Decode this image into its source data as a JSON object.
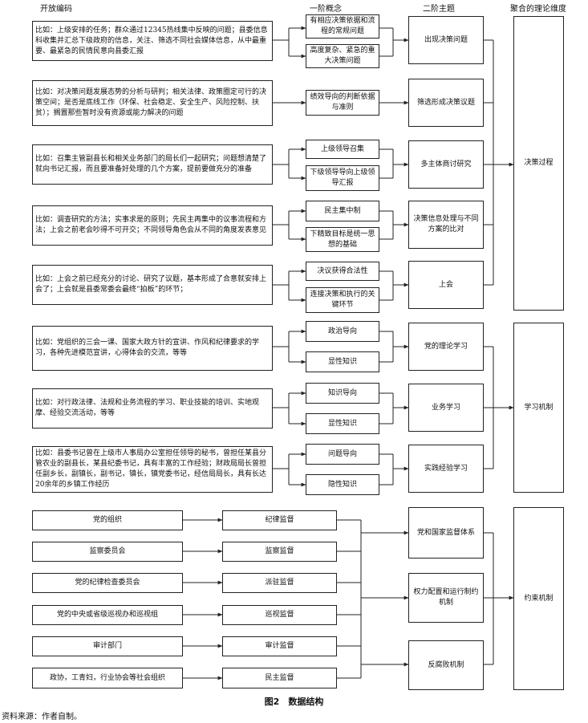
{
  "headers": {
    "open_coding": "开放编码",
    "first_order": "一阶概念",
    "second_order": "二阶主题",
    "aggregate": "聚合的理论维度"
  },
  "open_codes": [
    "比如：上级安排的任务；群众通过12345热线集中反映的问题；县委信息科收集并汇总下级政府的信息，关注、筛选不同社会媒体信息，从中最重要、最紧急的民情民意向县委汇报",
    "比如：对决策问题发展态势的分析与研判；相关法律、政策圈定可行的决策空间；是否是底线工作（环保、社会稳定、安全生产、风险控制、扶贫）；搁置那些暂时没有资源或能力解决的问题",
    "比如：召集主管副县长和相关业务部门的局长们一起研究；问题想清楚了就向书记汇报，而且要准备好处理的几个方案，提前要做充分的准备",
    "比如：调查研究的方法；实事求是的原则；先民主再集中的议事流程和方法；上会之前老会吵得不可开交；不同领导角色会从不同的角度发表意见",
    "比如：上会之前已经充分的讨论、研究了议题，基本形成了合意就安排上会了；上会就是县委常委会最终“拍板”的环节；",
    "比如：党组织的三会一课、国家大政方针的宣讲、作风和纪律要求的学习，各种先进模范宣讲，心得体会的交流，等等",
    "比如：对行政法律、法规和业务流程的学习、职业技能的培训、实地观摩、经验交流活动，等等",
    "比如：县委书记曾在上级市人事局办公室担任领导的秘书，曾担任某县分管农业的副县长，某县纪委书记，具有丰富的工作经验；财政局局长曾担任副乡长，副镇长，副书记，镇长，镇党委书记，经信局局长，具有长达20余年的乡镇工作经历"
  ],
  "org_codes": [
    "党的组织",
    "监察委员会",
    "党的纪律检查委员会",
    "党的中央或省级巡视办和巡视组",
    "审计部门",
    "政协，工青妇，行业协会等社会组织"
  ],
  "first_order_concepts": [
    "有相应决策依据和流程的常规问题",
    "高度复杂、紧急的重大决策问题",
    "绩效导向的判断依据与准则",
    "上级领导召集",
    "下级领导导向上级领导汇报",
    "民主集中制",
    "下精致目标是统一思想的基础",
    "决议获得合法性",
    "连接决策和执行的关键环节",
    "政治导向",
    "显性知识",
    "知识导向",
    "显性知识",
    "问题导向",
    "隐性知识"
  ],
  "supervision_concepts": [
    "纪律监督",
    "监察监督",
    "派驻监督",
    "巡视监督",
    "审计监督",
    "民主监督"
  ],
  "second_order_themes": [
    "出现决策问题",
    "筛选形成决策议题",
    "多主体商讨研究",
    "决策信息处理与不同方案的比对",
    "上会",
    "党的理论学习",
    "业务学习",
    "实践经验学习",
    "党和国家监督体系",
    "权力配置和运行制约机制",
    "反腐败机制"
  ],
  "dimensions": [
    "决策过程",
    "学习机制",
    "约束机制"
  ],
  "caption": "图2　数据结构",
  "source": "资料来源：作者自制。"
}
